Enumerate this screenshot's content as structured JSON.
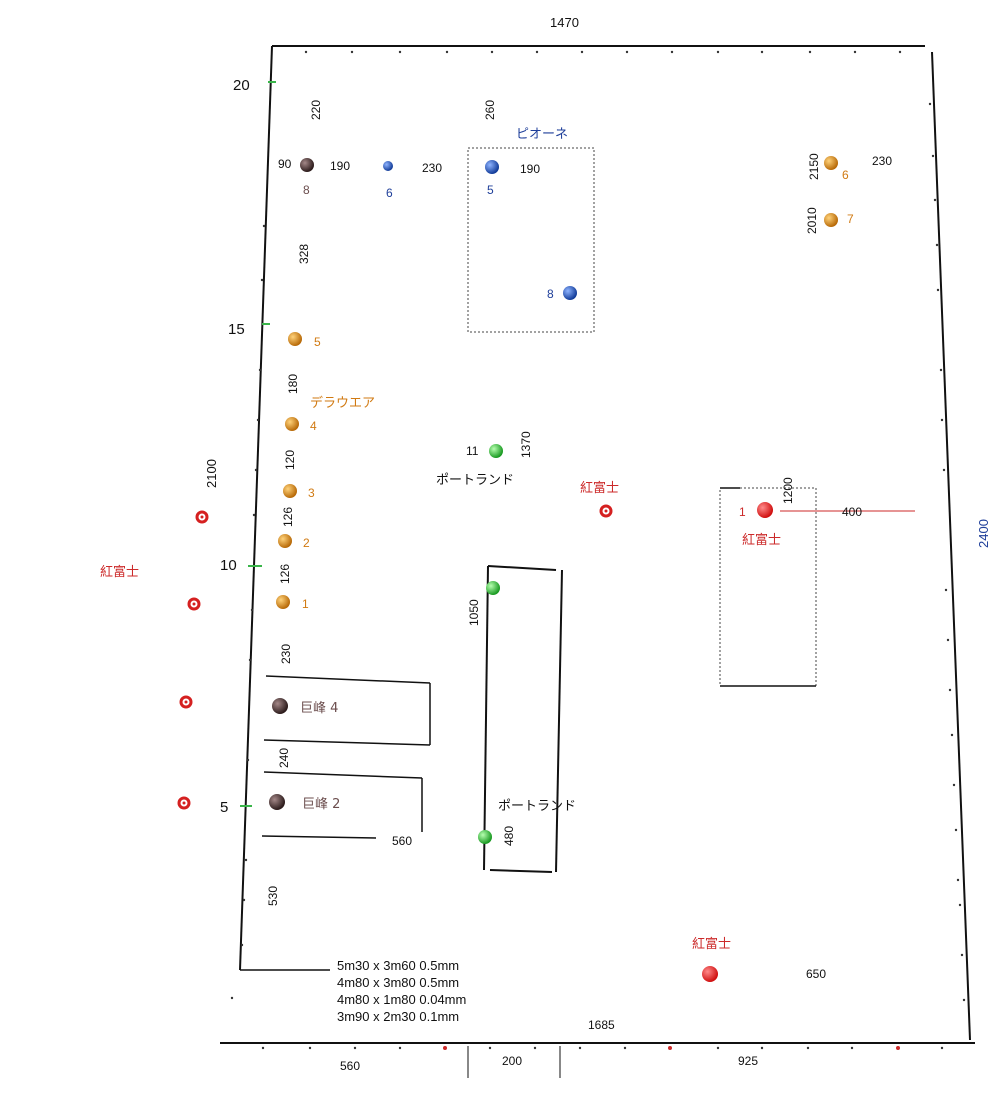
{
  "colors": {
    "fuji": "#e01b1b",
    "delaware": "#d98a1c",
    "pione": "#1f5fc4",
    "portland": "#2fbf3a",
    "kyoho": "#4a3434",
    "navy": "#1f3f9a"
  },
  "dims": {
    "top": "1470",
    "left": "2100",
    "right": "2400",
    "bottom_mid": "1685",
    "bottom_1": "560",
    "bottom_2": "200",
    "bottom_3": "925"
  },
  "axis": {
    "y20": "20",
    "y15": "15",
    "y10": "10",
    "y5": "5"
  },
  "varieties": {
    "pione": "ピオーネ",
    "delaware": "デラウエア",
    "portland_1": "ポートランド",
    "portland_2": "ポートランド",
    "fuji_1": "紅富士",
    "fuji_2": "紅富士",
    "fuji_3": "紅富士",
    "fuji_4": "紅富士",
    "kyoho_4": "巨峰 4",
    "kyoho_2": "巨峰 2"
  },
  "measures": {
    "m220": "220",
    "m260": "260",
    "m90": "90",
    "m190a": "190",
    "m230a": "230",
    "m190b": "190",
    "m328": "328",
    "m180": "180",
    "m120": "120",
    "m126a": "126",
    "m126b": "126",
    "m230b": "230",
    "m240": "240",
    "m530": "530",
    "m560": "560",
    "m1370": "1370",
    "m1050": "1050",
    "m480": "480",
    "m1200": "1200",
    "m400": "400",
    "m650": "650",
    "m2150": "2150",
    "m230c": "230",
    "m2010": "2010"
  },
  "numbers": {
    "n8_top": "8",
    "n6_blue": "6",
    "n5_blue": "5",
    "n8_blue": "8",
    "n5_or": "5",
    "n4_or": "4",
    "n3_or": "3",
    "n2_or": "2",
    "n1_or": "1",
    "n6_or": "6",
    "n7_or": "7",
    "n11": "11",
    "n1_red": "1"
  },
  "legend": {
    "line1": "5m30 x 3m60  0.5mm",
    "line2": "4m80 x 3m80  0.5mm",
    "line3": "4m80 x 1m80  0.04mm",
    "line4": "3m90 x 2m30  0.1mm"
  }
}
